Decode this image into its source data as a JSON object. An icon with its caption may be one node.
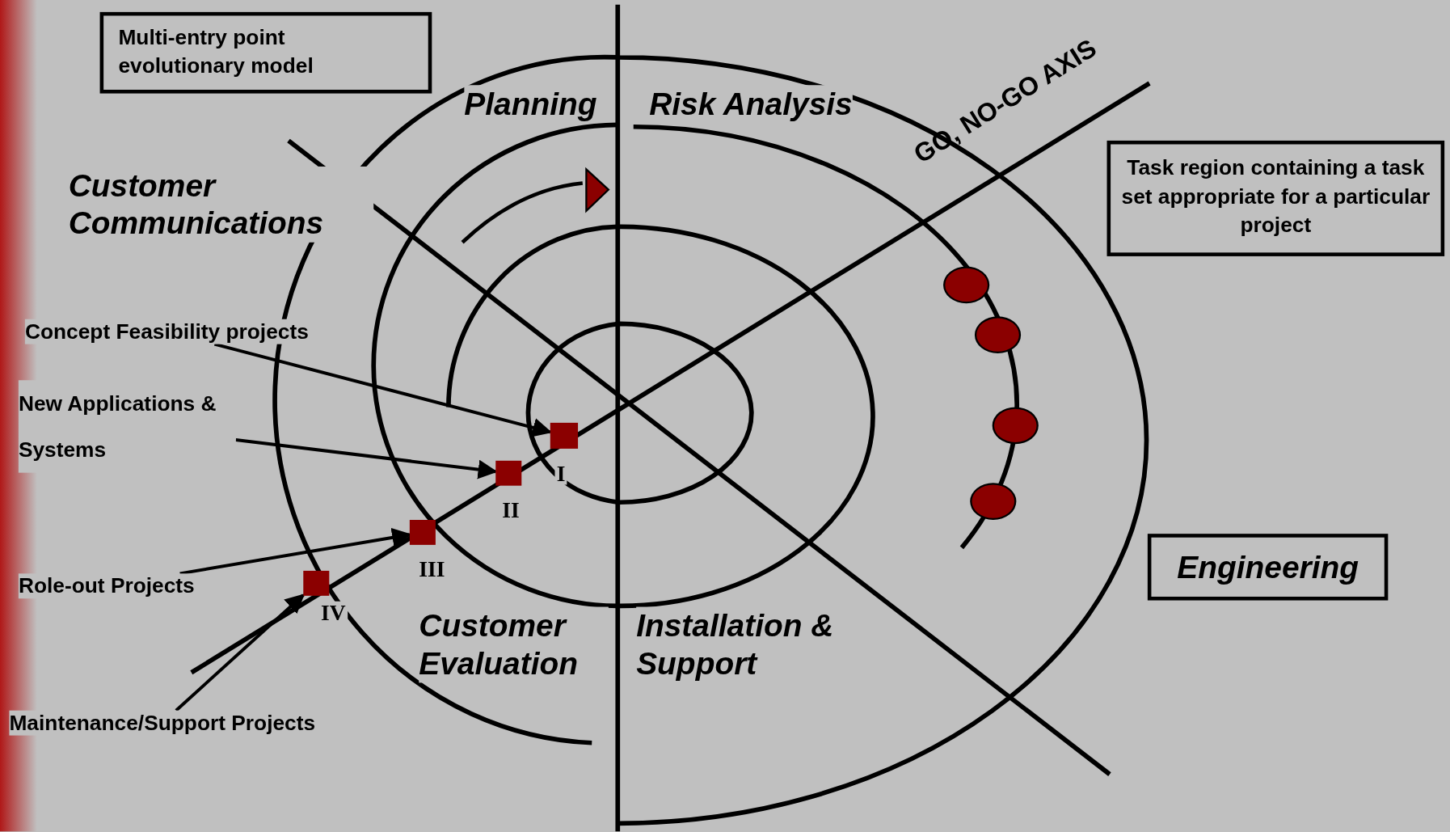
{
  "diagram": {
    "nodes": [
      {
        "text": [
          "Multi-entry point evolutionary model"
        ]
      },
      {
        "text": [
          "Task region containing a task set appropriate for a particular project"
        ]
      },
      {
        "text": [
          "Concept Feasibility projects"
        ]
      },
      {
        "text": [],
        "shape": "circle"
      },
      {
        "text": [],
        "shape": "circle"
      },
      {
        "text": [
          "New Applications & Systems"
        ]
      },
      {
        "text": [],
        "shape": "circle"
      },
      {
        "text": [],
        "shape": "box",
        "beside": [
          "I"
        ]
      },
      {
        "text": [],
        "shape": "box",
        "beside": [
          "II"
        ]
      },
      {
        "text": [],
        "shape": "circle"
      },
      {
        "text": [],
        "shape": "box",
        "beside": [
          "III"
        ]
      },
      {
        "text": [
          "Engineering"
        ]
      },
      {
        "text": [
          "Role-out Projects"
        ]
      },
      {
        "text": [],
        "shape": "box",
        "beside": [
          "IV"
        ]
      },
      {
        "text": [
          "Maintenance/Support Projects"
        ]
      }
    ],
    "edges": [
      {
        "from": 2,
        "to": 7,
        "arrow": "to"
      },
      {
        "from": 5,
        "to": 8,
        "arrow": "to"
      },
      {
        "from": 12,
        "to": 10,
        "arrow": "to"
      },
      {
        "from": 14,
        "to": 13,
        "arrow": "to"
      }
    ],
    "labels": [
      "Planning",
      "Risk Analysis",
      "GO, NO-GO AXIS",
      "Customer Communications",
      "Customer Evaluation",
      "Installation & Support"
    ]
  }
}
